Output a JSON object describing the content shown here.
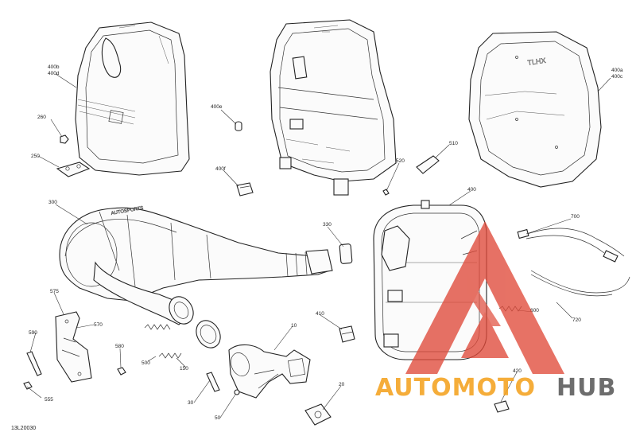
{
  "diagram_code": "13L20030",
  "callouts": {
    "c400b_400d_1": "400b",
    "c400b_400d_2": "400d",
    "c260": "260",
    "c250": "250",
    "c400e": "400e",
    "c400f": "400f",
    "c400a_400c_1": "400a",
    "c400a_400c_2": "400c",
    "c520": "520",
    "c510": "510",
    "c300": "300",
    "c400": "400",
    "c330": "330",
    "c700": "700",
    "c575": "575",
    "c570": "570",
    "c590": "590",
    "c580": "580",
    "c555": "555",
    "c500": "500",
    "c150": "150",
    "c10": "10",
    "c410": "410",
    "c600": "600",
    "c720": "720",
    "c420": "420",
    "c20": "20",
    "c30": "30",
    "c50": "50"
  },
  "watermark": {
    "part1": "AUTOMOTO",
    "part2": "HUB",
    "color_primary": "#f4a21f",
    "color_secondary": "#5a5a5a",
    "triangle_color": "#e04a3a"
  }
}
